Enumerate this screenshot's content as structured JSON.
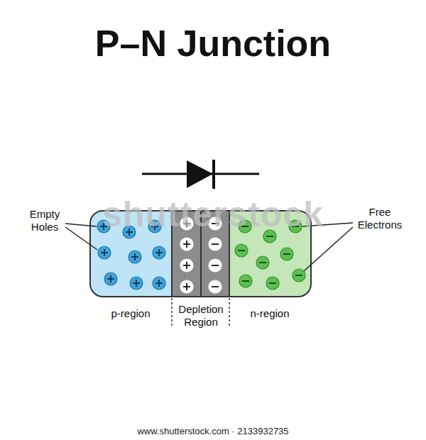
{
  "diagram": {
    "title": "P–N Junction",
    "labels": [
      "Empty Holes",
      "Free Electrons",
      "p-region",
      "Depletion Region",
      "n-region",
      "shutterstock",
      "www.shutterstock.com · 2133932735"
    ]
  }
}
